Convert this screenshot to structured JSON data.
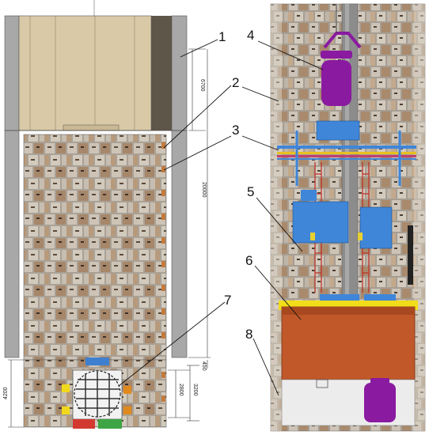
{
  "callouts": [
    "1",
    "2",
    "3",
    "4",
    "5",
    "6",
    "7",
    "8"
  ],
  "dimensions": {
    "liner_top": "6700",
    "total_height": "20000",
    "gap": "450",
    "lower_left": "4200",
    "lower_mid": "2800",
    "lower_right": "3200"
  },
  "colors": {
    "outer_wall": "#a6a6a6",
    "liner": "#d8c8a6",
    "block_light": "#c8bfb2",
    "block_brown": "#a8896a",
    "platform_blue": "#3f86d9",
    "tank_purple": "#8a1aa0",
    "tank_orange": "#c0582a",
    "highlight_yellow": "#f2dd1a"
  }
}
